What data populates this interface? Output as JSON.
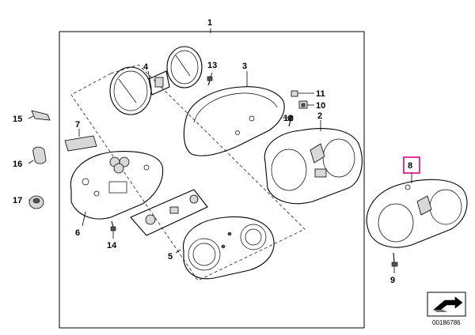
{
  "callouts": {
    "c1": "1",
    "c2": "2",
    "c3": "3",
    "c4": "4",
    "c5": "5",
    "c6": "6",
    "c7": "7",
    "c8": "8",
    "c9": "9",
    "c10": "10",
    "c11": "11",
    "c12": "12",
    "c13": "13",
    "c14": "14",
    "c15": "15",
    "c16": "16",
    "c17": "17"
  },
  "highlight_color": "#e0007a",
  "document_id": "00186786",
  "icons": {
    "nav": "arrow-forward-icon"
  }
}
